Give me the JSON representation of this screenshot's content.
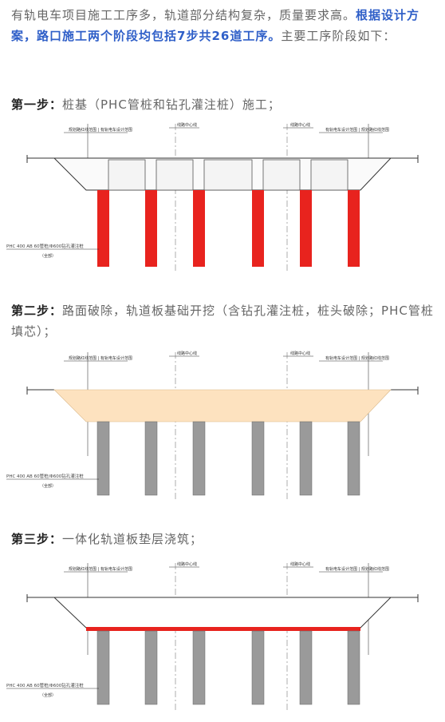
{
  "intro": {
    "text_plain": "有轨电车项目施工工序多，轨道部分结构复杂，质量要求高。",
    "text_bold": "根据设计方案，路口施工两个阶段均包括7步共26道工序。",
    "text_tail": "主要工序阶段如下："
  },
  "steps": [
    {
      "lead": "第一步：",
      "desc": "桩基（PHC管桩和钻孔灌注桩）施工；",
      "diagram": {
        "label_left": "规划路红线范围 | 有轨电车设计范围",
        "label_center1": "线路中心线",
        "label_center2": "线路中心线",
        "label_right": "有轨电车设计范围 | 规划路红线范围",
        "pile_label": "PHC 400 AB 60管桩/Φ600钻孔灌注桩",
        "pile_sub": "（全部）",
        "pile_color": "#e8231e"
      }
    },
    {
      "lead": "第二步：",
      "desc": "路面破除，轨道板基础开挖（含钻孔灌注桩，桩头破除；PHC管桩填芯）；",
      "diagram": {
        "label_left": "规划路红线范围 | 有轨电车设计范围",
        "label_center1": "线路中心线",
        "label_center2": "线路中心线",
        "label_right": "有轨电车设计范围 | 规划路红线范围",
        "pile_label": "PHC 400 AB 60管桩/Φ600钻孔灌注桩",
        "pile_sub": "（全部）",
        "fill_color": "#fde2bf"
      }
    },
    {
      "lead": "第三步：",
      "desc": "一体化轨道板垫层浇筑；",
      "diagram": {
        "label_left": "规划路红线范围 | 有轨电车设计范围",
        "label_center1": "线路中心线",
        "label_center2": "线路中心线",
        "label_right": "有轨电车设计范围 | 规划路红线范围",
        "pile_label": "PHC 400 AB 60管桩/Φ600钻孔灌注桩",
        "pile_sub": "（全部）",
        "cushion_color": "#e8231e"
      }
    }
  ]
}
